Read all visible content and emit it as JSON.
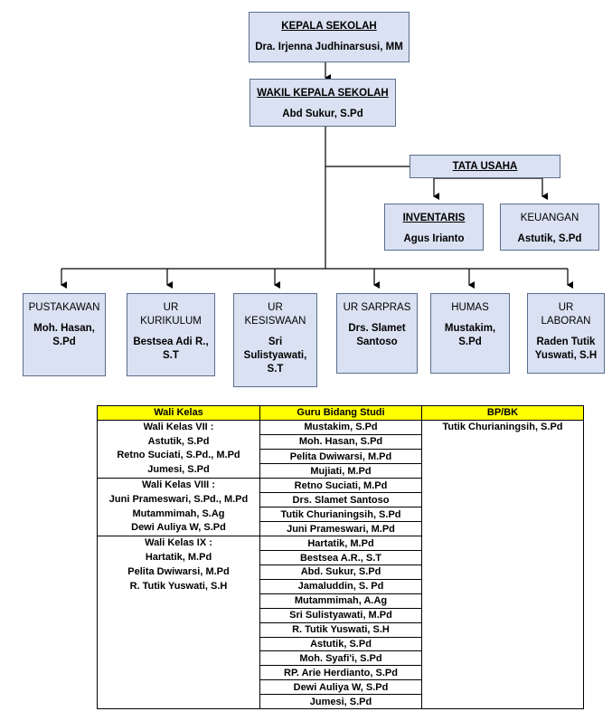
{
  "org": {
    "kepala": {
      "title": "KEPALA SEKOLAH",
      "name": "Dra. Irjenna Judhinarsusi, MM"
    },
    "wakil": {
      "title": "WAKIL KEPALA SEKOLAH",
      "name": "Abd Sukur, S.Pd"
    },
    "tata_usaha": {
      "title": "TATA USAHA"
    },
    "inventaris": {
      "title": "INVENTARIS",
      "name": "Agus Irianto"
    },
    "keuangan": {
      "title": "KEUANGAN",
      "name": "Astutik, S.Pd"
    },
    "pustakawan": {
      "title": "PUSTAKAWAN",
      "name": "Moh. Hasan,\nS.Pd"
    },
    "kurikulum": {
      "title": "UR\nKURIKULUM",
      "name": "Bestsea Adi R.,\nS.T"
    },
    "kesiswaan": {
      "title": "UR\nKESISWAAN",
      "name": "Sri\nSulistyawati,\nS.T"
    },
    "sarpras": {
      "title": "UR SARPRAS",
      "name": "Drs. Slamet\nSantoso"
    },
    "humas": {
      "title": "HUMAS",
      "name": "Mustakim,\nS.Pd"
    },
    "laboran": {
      "title": "UR\nLABORAN",
      "name": "Raden Tutik\nYuswati, S.H"
    }
  },
  "table": {
    "headers": [
      "Wali Kelas",
      "Guru Bidang Studi",
      "BP/BK"
    ],
    "wali_groups": [
      [
        "Wali Kelas VII :",
        "Astutik, S.Pd",
        "Retno Suciati, S.Pd., M.Pd",
        "Jumesi, S.Pd"
      ],
      [
        "Wali Kelas VIII :",
        "Juni Prameswari, S.Pd., M.Pd",
        "Mutammimah, S.Ag",
        "Dewi Auliya W, S.Pd"
      ],
      [
        "Wali Kelas IX :",
        "Hartatik, M.Pd",
        "Pelita Dwiwarsi, M.Pd",
        "R. Tutik Yuswati, S.H"
      ]
    ],
    "guru": [
      "Mustakim, S.Pd",
      "Moh. Hasan, S.Pd",
      "Pelita Dwiwarsi, M.Pd",
      "Mujiati, M.Pd",
      "Retno Suciati, M.Pd",
      "Drs. Slamet Santoso",
      "Tutik Churianingsih, S.Pd",
      "Juni Prameswari, M.Pd",
      "Hartatik, M.Pd",
      "Bestsea A.R., S.T",
      "Abd. Sukur, S.Pd",
      "Jamaluddin, S. Pd",
      "Mutammimah, A.Ag",
      "Sri Sulistyawati, M.Pd",
      "R. Tutik Yuswati, S.H",
      "Astutik, S.Pd",
      "Moh. Syafi'i, S.Pd",
      "RP. Arie Herdianto, S.Pd",
      "Dewi Auliya W, S.Pd",
      "Jumesi, S.Pd"
    ],
    "bpbk": "Tutik Churianingsih, S.Pd"
  }
}
